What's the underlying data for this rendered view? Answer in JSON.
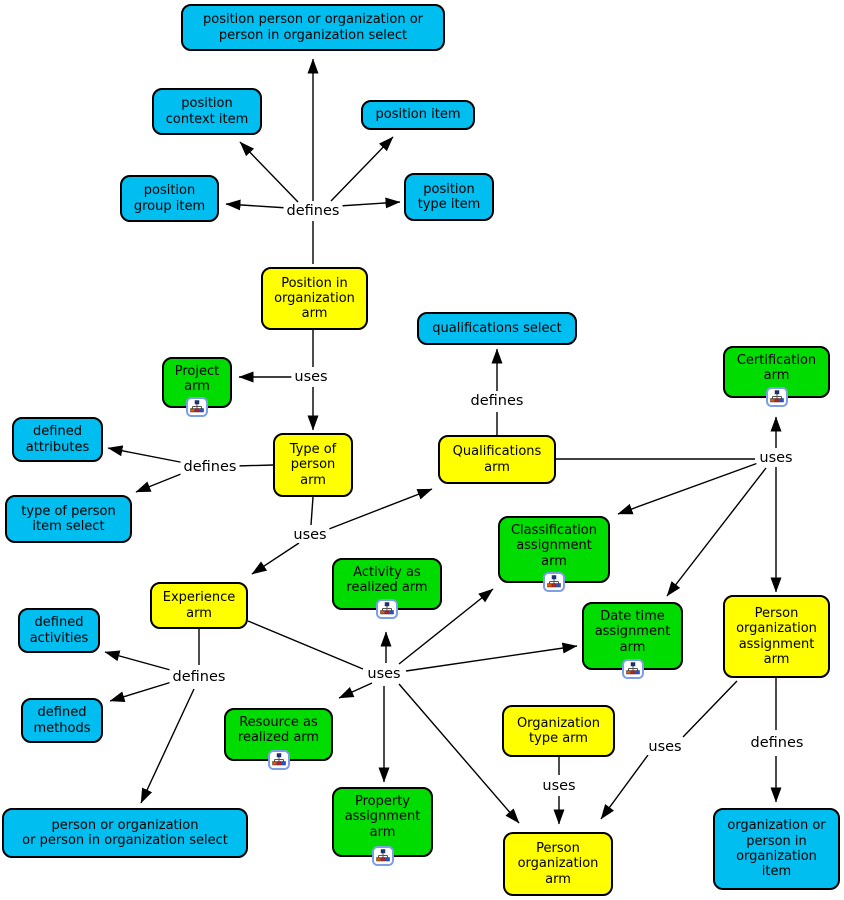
{
  "diagram": {
    "colors": {
      "select_fill": "#00BFF0",
      "arm_fill": "#FFFF00",
      "module_fill": "#00DB00",
      "line": "#000000",
      "background": "#FFFFFF"
    },
    "nodes": [
      {
        "id": "position-person-org-select",
        "label": "position person or organization or\nperson in organization select",
        "kind": "select"
      },
      {
        "id": "position-context-item",
        "label": "position\ncontext item",
        "kind": "select"
      },
      {
        "id": "position-item",
        "label": "position item",
        "kind": "select"
      },
      {
        "id": "position-group-item",
        "label": "position\ngroup item",
        "kind": "select"
      },
      {
        "id": "position-type-item",
        "label": "position\ntype item",
        "kind": "select"
      },
      {
        "id": "position-in-organization-arm",
        "label": "Position in\norganization\narm",
        "kind": "arm"
      },
      {
        "id": "qualifications-select",
        "label": "qualifications select",
        "kind": "select"
      },
      {
        "id": "certification-arm",
        "label": "Certification\narm",
        "kind": "module"
      },
      {
        "id": "project-arm",
        "label": "Project\narm",
        "kind": "module"
      },
      {
        "id": "defined-attributes",
        "label": "defined\nattributes",
        "kind": "select"
      },
      {
        "id": "type-of-person-arm",
        "label": "Type of\nperson\narm",
        "kind": "arm"
      },
      {
        "id": "qualifications-arm",
        "label": "Qualifications\narm",
        "kind": "arm"
      },
      {
        "id": "type-of-person-item-select",
        "label": "type of person\nitem select",
        "kind": "select"
      },
      {
        "id": "classification-assignment-arm",
        "label": "Classification\nassignment\narm",
        "kind": "module"
      },
      {
        "id": "activity-as-realized-arm",
        "label": "Activity as\nrealized arm",
        "kind": "module"
      },
      {
        "id": "experience-arm",
        "label": "Experience\narm",
        "kind": "arm"
      },
      {
        "id": "date-time-assignment-arm",
        "label": "Date time\nassignment\narm",
        "kind": "module"
      },
      {
        "id": "person-organization-assignment-arm",
        "label": "Person\norganization\nassignment\narm",
        "kind": "arm"
      },
      {
        "id": "defined-activities",
        "label": "defined\nactivities",
        "kind": "select"
      },
      {
        "id": "defined-methods",
        "label": "defined\nmethods",
        "kind": "select"
      },
      {
        "id": "resource-as-realized-arm",
        "label": "Resource as\nrealized arm",
        "kind": "module"
      },
      {
        "id": "organization-type-arm",
        "label": "Organization\ntype arm",
        "kind": "arm"
      },
      {
        "id": "person-or-organization-select",
        "label": "person or organization\nor person in organization select",
        "kind": "select"
      },
      {
        "id": "property-assignment-arm",
        "label": "Property\nassignment\narm",
        "kind": "module"
      },
      {
        "id": "person-organization-arm",
        "label": "Person\norganization\narm",
        "kind": "arm"
      },
      {
        "id": "organization-or-person-item",
        "label": "organization or\nperson in\norganization\nitem",
        "kind": "select"
      }
    ],
    "edge_labels": [
      {
        "id": "defines-position",
        "text": "defines"
      },
      {
        "id": "uses-position",
        "text": "uses"
      },
      {
        "id": "defines-qualifications",
        "text": "defines"
      },
      {
        "id": "uses-qualifications",
        "text": "uses"
      },
      {
        "id": "defines-type-of-person",
        "text": "defines"
      },
      {
        "id": "uses-type-of-person",
        "text": "uses"
      },
      {
        "id": "defines-experience",
        "text": "defines"
      },
      {
        "id": "uses-experience",
        "text": "uses"
      },
      {
        "id": "uses-organization-type",
        "text": "uses"
      },
      {
        "id": "uses-person-org-assignment",
        "text": "uses"
      },
      {
        "id": "defines-person-org-assignment",
        "text": "defines"
      }
    ]
  }
}
